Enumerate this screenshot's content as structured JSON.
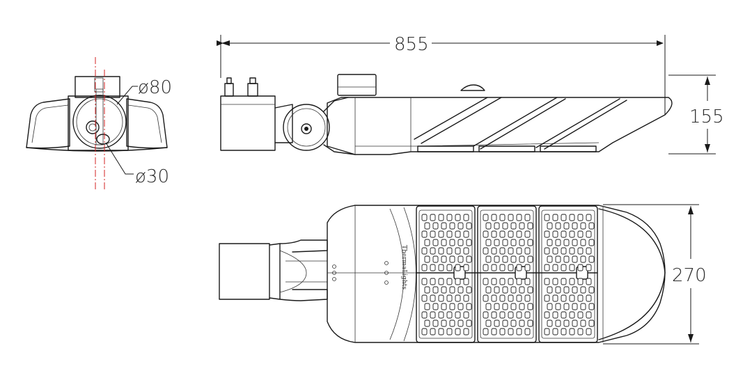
{
  "dimensions": {
    "length": "855",
    "height": "155",
    "width": "270",
    "mount_outer_diameter": "ø80",
    "mount_inner_diameter": "ø30"
  },
  "brand_mark": "ThermaLights",
  "colors": {
    "line": "#1a1a1a",
    "centerline": "#d32020",
    "background": "#ffffff"
  }
}
